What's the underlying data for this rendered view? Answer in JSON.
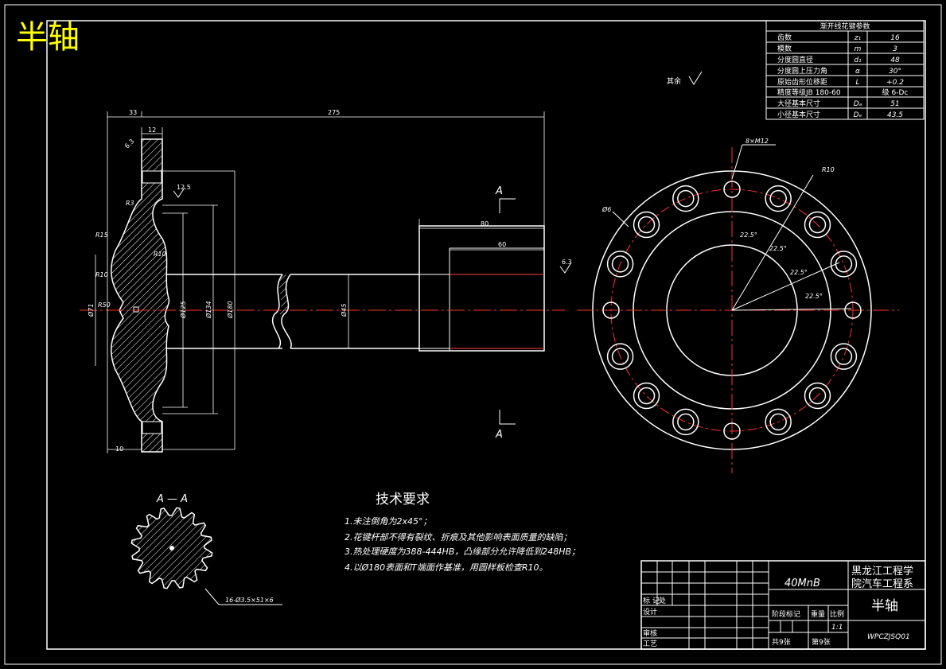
{
  "stamp_title": "半轴",
  "spline_table": {
    "title": "渐开线花键参数",
    "rows": [
      {
        "name": "齿数",
        "symbol": "z₁",
        "value": "16"
      },
      {
        "name": "模数",
        "symbol": "m",
        "value": "3"
      },
      {
        "name": "分度圆直径",
        "symbol": "d₁",
        "value": "48"
      },
      {
        "name": "分度圆上压力角",
        "symbol": "α",
        "value": "30°"
      },
      {
        "name": "原始齿形位移距",
        "symbol": "L",
        "value": "+0.2"
      },
      {
        "name": "精度等级JB 180-60",
        "symbol": "",
        "value": "级 6-Dc"
      },
      {
        "name": "大径基本尺寸",
        "symbol": "Dₐ",
        "value": "51"
      },
      {
        "name": "小径基本尺寸",
        "symbol": "Dₑ",
        "value": "43.5"
      }
    ]
  },
  "roughness_rest": "其余",
  "dimensions": {
    "d33": "33",
    "d275": "275",
    "d12": "12",
    "d10": "10",
    "d80": "80",
    "d60": "60",
    "r3": "R3",
    "r15": "R15",
    "r10a": "R10",
    "r10b": "R10",
    "r10c": "R10",
    "r50": "R50",
    "phi71": "Ø71",
    "phi125": "Ø125",
    "phi134": "Ø134",
    "phi180": "Ø180",
    "phi45": "Ø45",
    "holes": "8×M12",
    "phi56": "Ø6",
    "ang1": "22.5°",
    "ang2": "22.5°",
    "ang3": "22.5°",
    "ang4": "22.5°",
    "rough1": "6.3",
    "rough2": "6.3",
    "rough3": "12.5"
  },
  "section_marks": {
    "top": "A",
    "bottom": "A",
    "view": "A — A",
    "spline_callout": "16-Ø3.5×51×6"
  },
  "tech": {
    "title": "技术要求",
    "lines": [
      "1.未注倒角为2x45°；",
      "2.花键杆部不得有裂纹、折痕及其他影响表面质量的缺陷；",
      "3.热处理硬度为388-444HB，凸缘部分允许降低到248HB；",
      "4.以Ø180表面和T端面作基准，用圆样板检查R10。"
    ]
  },
  "title_block": {
    "material": "40MnB",
    "school_line1": "黑龙江工程学",
    "school_line2": "院汽车工程系",
    "part_name": "半轴",
    "labels": {
      "mark": "标 记",
      "place": "处",
      "design": "设计",
      "check": "审核",
      "process": "工艺",
      "stage": "阶段标记",
      "weight": "重量",
      "scale_label": "比例",
      "sheets": "共9张",
      "sheet": "第9张"
    },
    "scale": "1:1",
    "drawing_no": "WPCZJSQ01"
  }
}
